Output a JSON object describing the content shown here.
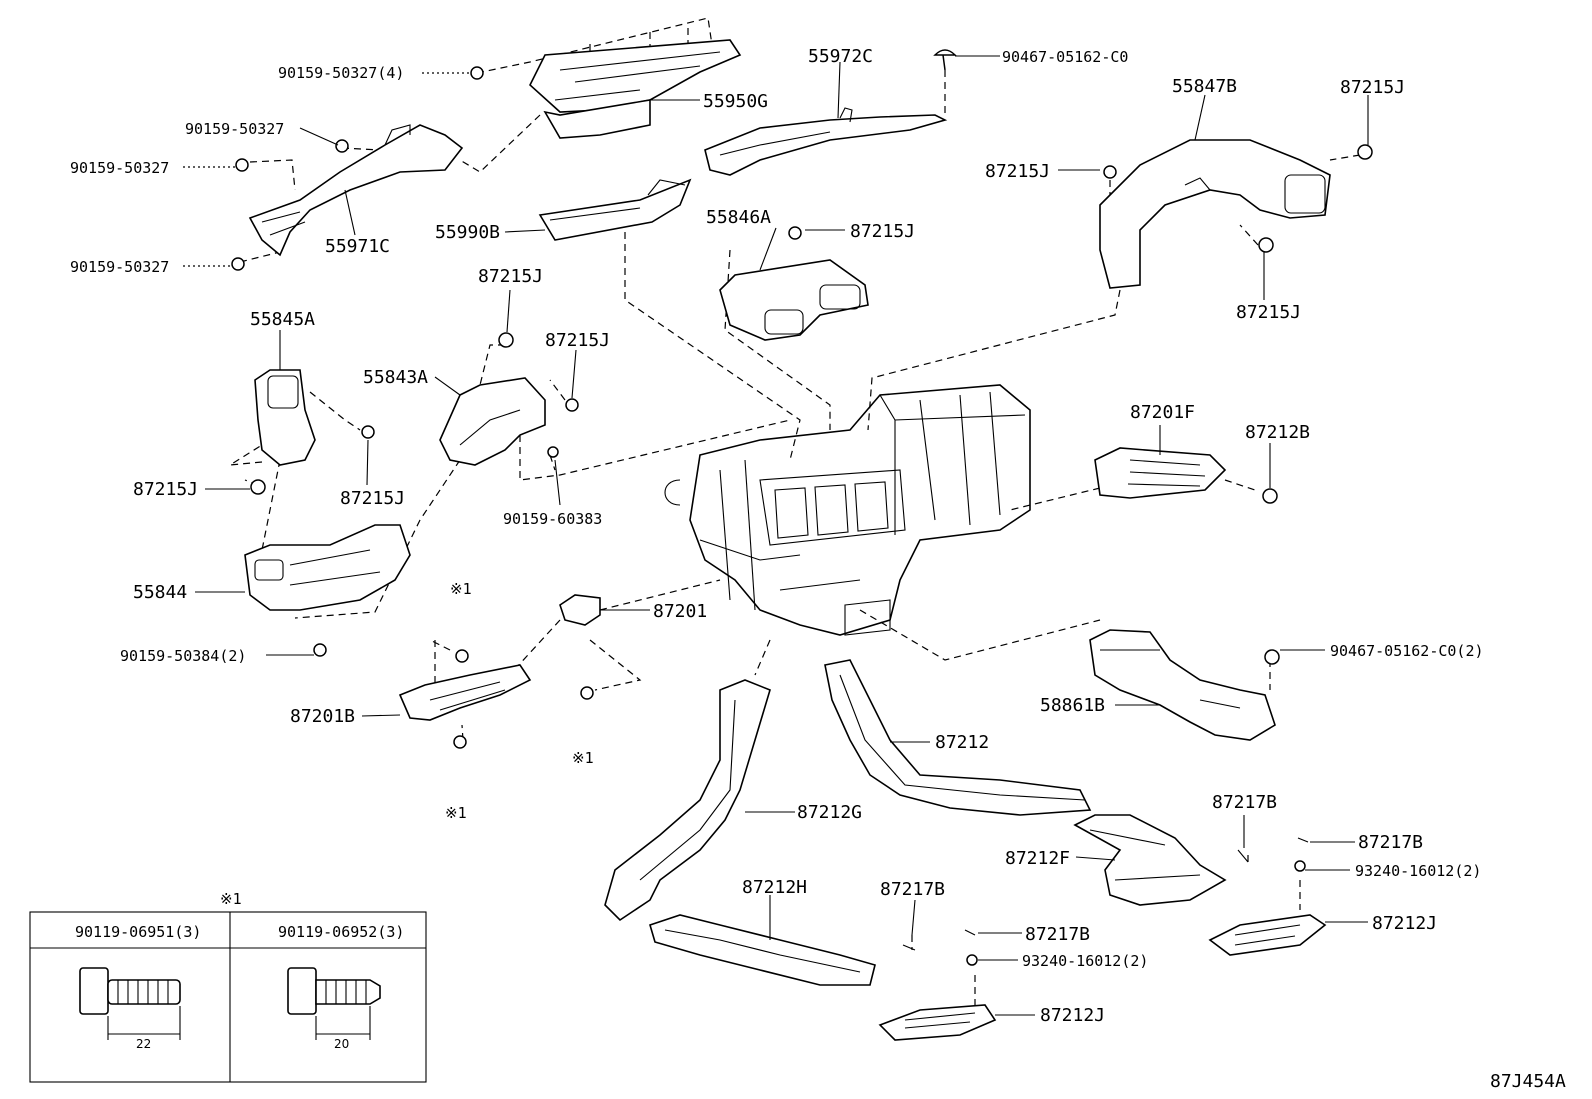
{
  "diagram_code": "87J454A",
  "callouts": {
    "c01": "90159-50327(4)",
    "c02": "55950G",
    "c03": "55972C",
    "c04": "90467-05162-C0",
    "c05": "55847B",
    "c06": "87215J",
    "c07": "90159-50327",
    "c08": "90159-50327",
    "c09": "55971C",
    "c10": "90159-50327",
    "c11": "55990B",
    "c12": "55846A",
    "c13": "87215J",
    "c14": "87215J",
    "c15": "87215J",
    "c16": "87215J",
    "c17": "55845A",
    "c18": "87215J",
    "c19": "55843A",
    "c20": "87215J",
    "c21": "87215J",
    "c22": "90159-60383",
    "c23": "87201F",
    "c24": "87212B",
    "c25": "55844",
    "c26": "87201",
    "c27": "90159-50384(2)",
    "c28": "90467-05162-C0(2)",
    "c29": "87201B",
    "c30": "58861B",
    "c31": "87212",
    "c32": "87212G",
    "c33": "87217B",
    "c34": "87217B",
    "c35": "87212F",
    "c36": "93240-16012(2)",
    "c37": "87212H",
    "c38": "87217B",
    "c39": "87212J",
    "c40": "87217B",
    "c41": "93240-16012(2)",
    "c42": "87212J"
  },
  "notes": {
    "n1": "※1",
    "n2": "※1",
    "n3": "※1",
    "n4": "※1"
  },
  "legend": {
    "title": "※1",
    "col1_label": "90119-06951(3)",
    "col1_length": "22",
    "col2_label": "90119-06952(3)",
    "col2_length": "20"
  }
}
